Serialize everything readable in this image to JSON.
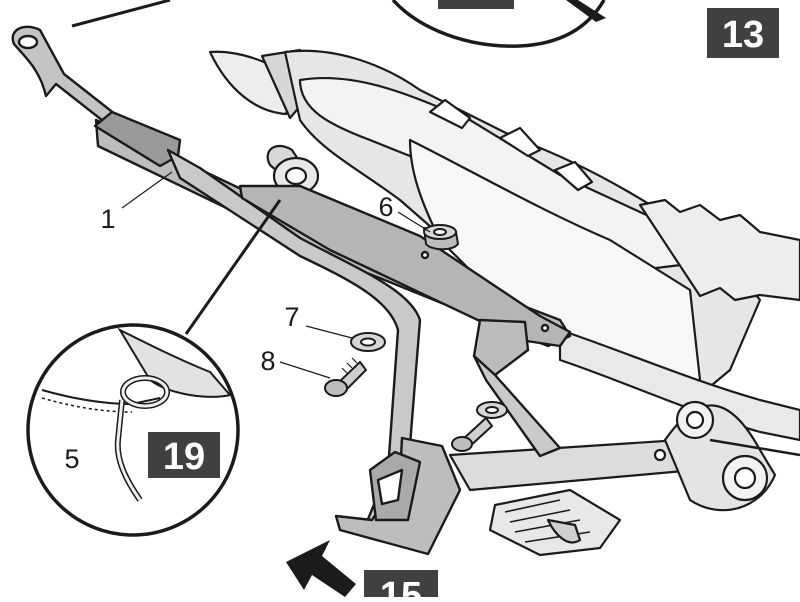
{
  "parts": [
    {
      "number": "1",
      "name": "pannier-frame"
    },
    {
      "number": "5",
      "name": "cable-tie"
    },
    {
      "number": "6",
      "name": "spacer"
    },
    {
      "number": "7",
      "name": "washer"
    },
    {
      "number": "8",
      "name": "screw"
    }
  ],
  "steps": {
    "current": "13",
    "detail": "19",
    "next": "15"
  },
  "colors": {
    "line": "#1b1b1b",
    "frame_fill": "#bdbdbd",
    "bike_fill": "#e3e3e3",
    "badge_fill": "#404040",
    "paper": "#ffffff"
  }
}
